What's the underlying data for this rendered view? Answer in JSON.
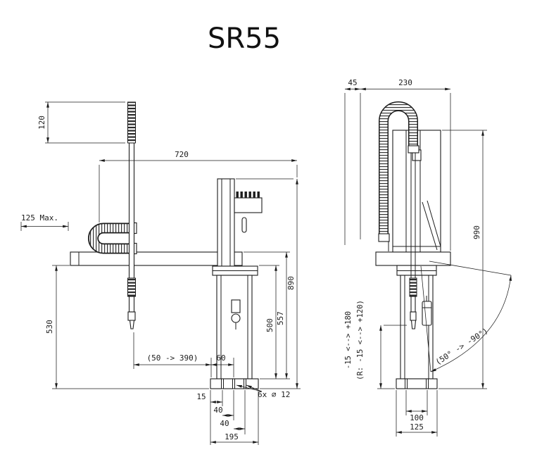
{
  "title": "SR55",
  "colors": {
    "ink": "#1c1c1c",
    "paper": "#ffffff"
  },
  "front_view": {
    "dims": {
      "d120": "120",
      "d720": "720",
      "d125max": "125 Max.",
      "d530": "530",
      "d890": "890",
      "d557": "557",
      "d500": "500",
      "stroke_range": "(50 -> 390)",
      "d60": "60",
      "d15": "15",
      "d40a": "40",
      "d40b": "40",
      "d195": "195",
      "holes_note": "6x ∅ 12"
    }
  },
  "side_view": {
    "dims": {
      "d45": "45",
      "d230": "230",
      "d990": "990",
      "z_rotation": "-15 <--> +180",
      "r_rotation": "(R: -15 <--> +120)",
      "tilt_range": "(50° -> -90°)",
      "d100": "100",
      "d125": "125"
    }
  }
}
